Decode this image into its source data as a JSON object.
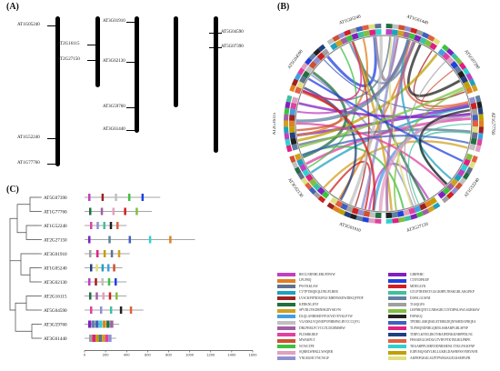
{
  "panels": {
    "a": "(A)",
    "b": "(B)",
    "c": "(C)"
  },
  "panel_a": {
    "genes": [
      {
        "id": "g1",
        "label": "AT1G05240"
      },
      {
        "id": "g2",
        "label": "AT2G16115"
      },
      {
        "id": "g3",
        "label": "AT2G27150"
      },
      {
        "id": "g4",
        "label": "AT1G52240"
      },
      {
        "id": "g5",
        "label": "AT1G77760"
      },
      {
        "id": "g6",
        "label": "AT3G01910"
      },
      {
        "id": "g7",
        "label": "AT3G62130"
      },
      {
        "id": "g8",
        "label": "AT3G59760"
      },
      {
        "id": "g9",
        "label": "AT3G61440"
      },
      {
        "id": "g10",
        "label": "AT5G04590"
      },
      {
        "id": "g11",
        "label": "AT5G07390"
      }
    ]
  },
  "panel_b": {
    "ring_labels": [
      "AT1G61440",
      "AT5G07390",
      "AT1G77760",
      "AT1G52240",
      "AT2G27150",
      "AT3G01910",
      "AT3G62130",
      "AT2G16115",
      "AT5G04590",
      "AT1G05240"
    ]
  },
  "panel_c": {
    "genes": [
      "AT5G07390",
      "AT1G77760",
      "AT1G52240",
      "AT2G27150",
      "AT3G01910",
      "AT1G05240",
      "AT3G62130",
      "AT2G16115",
      "AT5G04590",
      "AT3G59760",
      "AT3G61440"
    ],
    "axis_ticks": [
      "0",
      "200",
      "400",
      "600",
      "800",
      "1000",
      "1200",
      "1400",
      "1600"
    ]
  },
  "legend": [
    {
      "label": "RECLNRNHLERLPDWW",
      "color": "#c040c0"
    },
    {
      "label": "LPLPBQ",
      "color": "#e08020"
    },
    {
      "label": "PWYKKLSW",
      "color": "#607090"
    },
    {
      "label": "CVTPTMQEQLDNLPLRER",
      "color": "#20a0c0"
    },
    {
      "label": "LVSCKPIFNDGFIGCMHNWKEWDIKQYFDF",
      "color": "#a02020"
    },
    {
      "label": "KPDKNLEYF",
      "color": "#207040"
    },
    {
      "label": "SPVDLIYKDRNHGDYSKVW",
      "color": "#d0a020"
    },
    {
      "label": "DLQLANRHSDYPCKYKVEYKLPTW",
      "color": "#40a0e0"
    },
    {
      "label": "VGANKLVQSNEPVFHRHWLHVCCCQVG",
      "color": "#c0c0c0"
    },
    {
      "label": "DRLPERLFCVCGTLDGRMSRW",
      "color": "#a060a0"
    },
    {
      "label": "PLDSRKIIKF",
      "color": "#e040a0"
    },
    {
      "label": "MWAKPLT",
      "color": "#d05030"
    },
    {
      "label": "NCWLTPE",
      "color": "#40c040"
    },
    {
      "label": "SQRHLWHKLLWSQRR",
      "color": "#e0a0c0"
    },
    {
      "label": "YNLRGHCVNCWGF",
      "color": "#9090d0"
    },
    {
      "label": "GIRFRHC",
      "color": "#8020c0"
    },
    {
      "label": "CTEYDPKEP",
      "color": "#2040e0"
    },
    {
      "label": "MDEGLYK",
      "color": "#d02020"
    },
    {
      "label": "GTLPTRENEYGGGKHPLTRSKGRLAKGPKP",
      "color": "#40c0a0"
    },
    {
      "label": "DAWLGGWM",
      "color": "#6080a0"
    },
    {
      "label": "TGSQGFS",
      "color": "#a0a0a0"
    },
    {
      "label": "LRFNRQNTCLNRSGRCCIVDIPSLSWLSGRKSW",
      "color": "#80c040"
    },
    {
      "label": "FSPAKQ",
      "color": "#202020"
    },
    {
      "label": "TPDRILAMQESILETHRGDQNNSHDAPRQEA",
      "color": "#4060c0"
    },
    {
      "label": "TLPMQNDNRGQRNLSSBARPGRLSFNP",
      "color": "#e02080"
    },
    {
      "label": "TDRVLKNNLDKTNRAIPDNKKNHPPDLNC",
      "color": "#204080"
    },
    {
      "label": "FHSAIEGGWDGGTVRVPTKTRLRILPRPE",
      "color": "#e06040"
    },
    {
      "label": "TRAARPPLMRVDDNRMEWLTTKGVKKFNP",
      "color": "#30d0d0"
    },
    {
      "label": "IGRVMQAMYLHLLGKRLDAWRFSSVERVAVR",
      "color": "#c0a000"
    },
    {
      "label": "AKPRPGKKLSLPTPWRGKGELKSMPLPR",
      "color": "#e0e080"
    }
  ]
}
